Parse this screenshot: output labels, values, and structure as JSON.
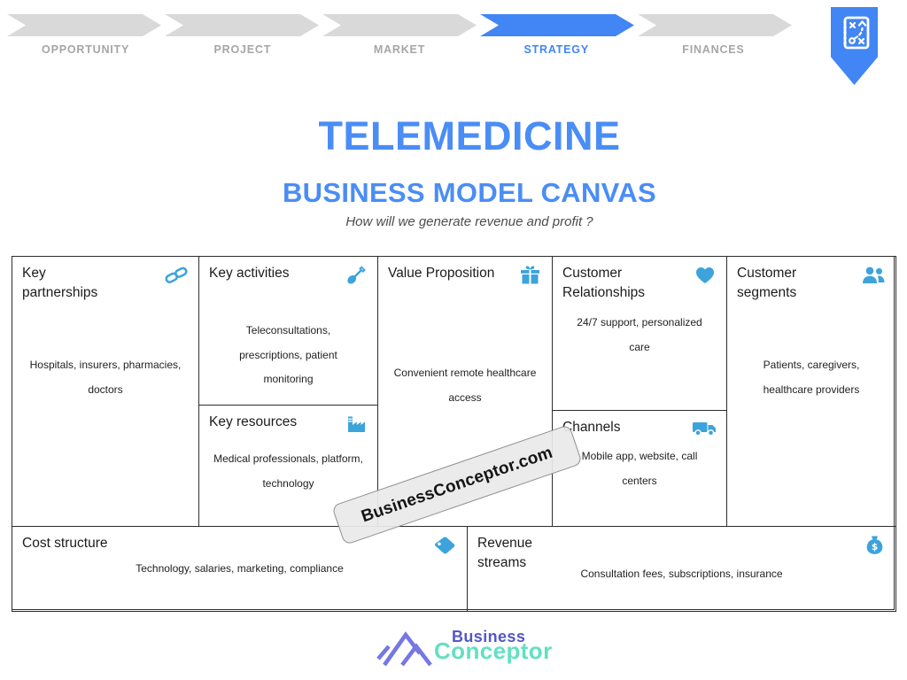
{
  "nav": {
    "steps": [
      {
        "label": "OPPORTUNITY",
        "active": false
      },
      {
        "label": "PROJECT",
        "active": false
      },
      {
        "label": "MARKET",
        "active": false
      },
      {
        "label": "STRATEGY",
        "active": true
      },
      {
        "label": "FINANCES",
        "active": false
      }
    ],
    "badge_icon": "strategy-playbook-icon"
  },
  "header": {
    "title": "TELEMEDICINE",
    "subtitle": "BUSINESS MODEL CANVAS",
    "tagline": "How will we generate revenue and profit ?"
  },
  "canvas": {
    "cells": {
      "key_partnerships": {
        "title": "Key partnerships",
        "icon": "chain-link-icon",
        "content": "Hospitals, insurers, pharmacies, doctors"
      },
      "key_activities": {
        "title": "Key activities",
        "icon": "shovel-icon",
        "content": "Teleconsultations, prescriptions, patient monitoring"
      },
      "key_resources": {
        "title": "Key resources",
        "icon": "factory-icon",
        "content": "Medical professionals, platform, technology"
      },
      "value_proposition": {
        "title": "Value Proposition",
        "icon": "gift-icon",
        "content": "Convenient remote healthcare access"
      },
      "customer_relationships": {
        "title": "Customer Relationships",
        "icon": "heart-icon",
        "content": "24/7 support, personalized care"
      },
      "channels": {
        "title": "Channels",
        "icon": "truck-icon",
        "content": "Mobile app, website, call centers"
      },
      "customer_segments": {
        "title": "Customer segments",
        "icon": "people-icon",
        "content": "Patients, caregivers, healthcare providers"
      },
      "cost_structure": {
        "title": "Cost structure",
        "icon": "price-tag-icon",
        "content": "Technology, salaries, marketing, compliance"
      },
      "revenue_streams": {
        "title": "Revenue streams",
        "icon": "money-bag-icon",
        "content": "Consultation fees, subscriptions, insurance"
      }
    }
  },
  "watermark": {
    "text": "BusinessConceptor.com"
  },
  "footer_logo": {
    "icon": "mountains-icon",
    "line1": "Business",
    "line2": "Conceptor"
  },
  "colors": {
    "accent_blue": "#4285f4",
    "title_blue": "#4a8df5",
    "icon_blue": "#3da3db",
    "chevron_gray": "#d9d9d9",
    "nav_label_gray": "#a6a6a6",
    "border_dark": "#2d2d2d",
    "watermark_bg": "#eaeaea",
    "logo_purple": "#7577e3",
    "logo_indigo": "#5356c9",
    "logo_teal": "#62e0c1"
  }
}
